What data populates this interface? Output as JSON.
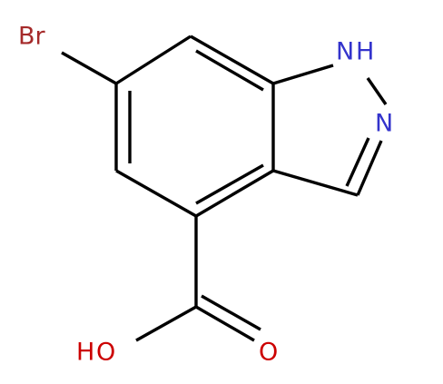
{
  "colors": {
    "carbon_bond": "#000000",
    "nitrogen": "#3333cc",
    "oxygen": "#cc0000",
    "bromine": "#a52a2a"
  },
  "labels": {
    "bromine": "Br",
    "nh_n": "N",
    "nh_h": "H",
    "n2": "N",
    "oh_h": "H",
    "oh_o": "O",
    "carbonyl_o": "O"
  }
}
